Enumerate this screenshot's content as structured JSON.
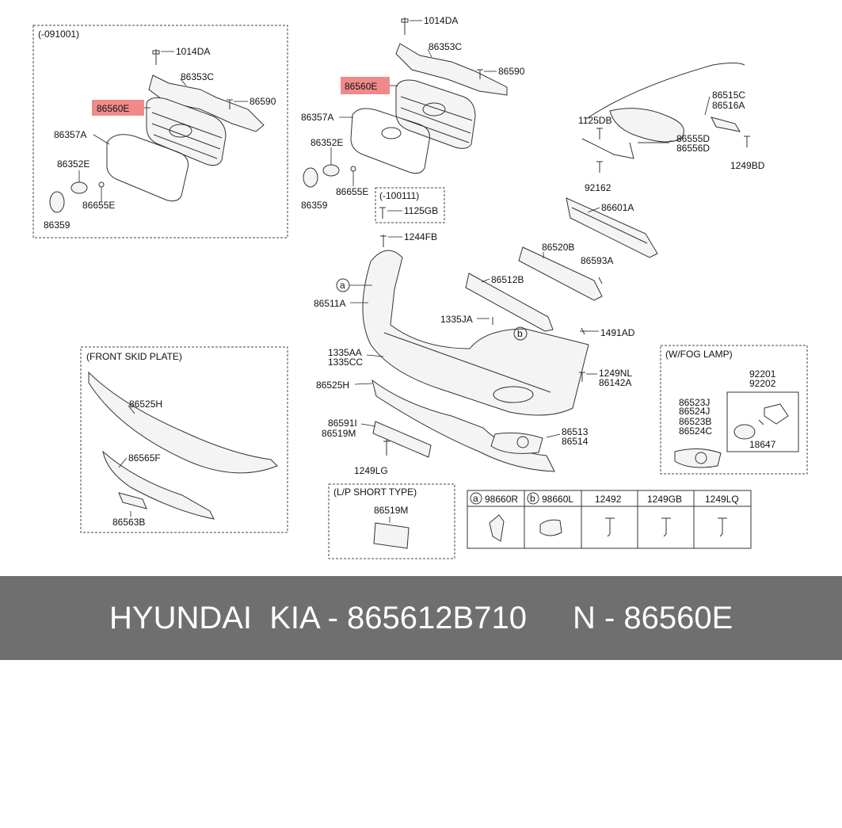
{
  "labels": {
    "box_091001": "(-091001)",
    "l_1014DA_a": "1014DA",
    "l_86353C_a": "86353C",
    "l_86590_a": "86590",
    "l_86560E_a": "86560E",
    "l_86357A_a": "86357A",
    "l_86352E_a": "86352E",
    "l_86655E_a": "86655E",
    "l_86359_a": "86359",
    "l_1014DA_b": "1014DA",
    "l_86353C_b": "86353C",
    "l_86590_b": "86590",
    "l_86560E_b": "86560E",
    "l_86357A_b": "86357A",
    "l_86352E_b": "86352E",
    "l_86655E_b": "86655E",
    "l_86359_b": "86359",
    "box_100111": "(-100111)",
    "l_1125GB": "1125GB",
    "l_86515C": "86515C",
    "l_86516A": "86516A",
    "l_1125DB": "1125DB",
    "l_86555D": "86555D",
    "l_86556D": "86556D",
    "l_1249BD": "1249BD",
    "l_92162": "92162",
    "l_86601A": "86601A",
    "l_1244FB": "1244FB",
    "l_86520B": "86520B",
    "l_86593A": "86593A",
    "l_86512B": "86512B",
    "l_a_marker": "a",
    "l_86511A": "86511A",
    "l_1335JA": "1335JA",
    "l_b_marker": "b",
    "l_1491AD": "1491AD",
    "l_1335AA": "1335AA",
    "l_1335CC": "1335CC",
    "l_1249NL": "1249NL",
    "l_86142A": "86142A",
    "l_86525H_c": "86525H",
    "l_86591I": "86591I",
    "l_86519M_c": "86519M",
    "l_86513": "86513",
    "l_86514": "86514",
    "l_1249LG": "1249LG",
    "box_skid": "(FRONT SKID PLATE)",
    "l_86525H_s": "86525H",
    "l_86565F": "86565F",
    "l_86563B": "86563B",
    "box_fog": "(W/FOG LAMP)",
    "l_92201": "92201",
    "l_92202": "92202",
    "l_86523J": "86523J",
    "l_86524J": "86524J",
    "l_86523B": "86523B",
    "l_86524C": "86524C",
    "l_18647": "18647",
    "box_lp": "(L/P SHORT TYPE)",
    "l_86519M_lp": "86519M"
  },
  "table": {
    "headers": [
      {
        "marker": "a",
        "code": "98660R"
      },
      {
        "marker": "b",
        "code": "98660L"
      },
      {
        "marker": "",
        "code": "12492"
      },
      {
        "marker": "",
        "code": "1249GB"
      },
      {
        "marker": "",
        "code": "1249LQ"
      }
    ]
  },
  "footer": {
    "brand": "HYUNDAI  KIA - 865612B710",
    "ref": "N - 86560E"
  },
  "colors": {
    "highlight": "#f08a8a",
    "footer_bg": "#6f6f6f"
  }
}
